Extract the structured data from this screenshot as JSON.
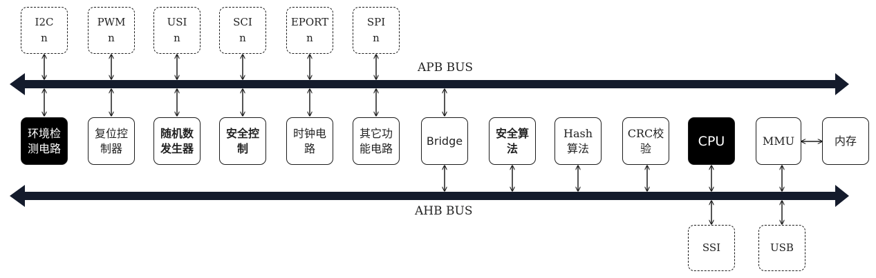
{
  "buses": {
    "apb": {
      "label": "APB BUS",
      "color": "#141b2c"
    },
    "ahb": {
      "label": "AHB BUS",
      "color": "#141b2c"
    }
  },
  "peripherals": [
    {
      "id": "i2c",
      "line1": "I2C",
      "line2": "n"
    },
    {
      "id": "pwm",
      "line1": "PWM",
      "line2": "n"
    },
    {
      "id": "usi",
      "line1": "USI",
      "line2": "n"
    },
    {
      "id": "sci",
      "line1": "SCI",
      "line2": "n"
    },
    {
      "id": "eport",
      "line1": "EPORT",
      "line2": "n"
    },
    {
      "id": "spi",
      "line1": "SPI",
      "line2": "n"
    }
  ],
  "modules": [
    {
      "id": "env-monitor",
      "label": "环境检测电路"
    },
    {
      "id": "reset-control",
      "label": "复位控制器"
    },
    {
      "id": "rng",
      "label": "随机数发生器"
    },
    {
      "id": "security-control",
      "label": "安全控制"
    },
    {
      "id": "clock-circuit",
      "label": "时钟电路"
    },
    {
      "id": "other-circuits",
      "label": "其它功能电路"
    },
    {
      "id": "bridge",
      "label": "Bridge"
    },
    {
      "id": "security-algorithm",
      "label": "安全算法"
    },
    {
      "id": "hash-algorithm",
      "label": "Hash算法"
    },
    {
      "id": "crc-check",
      "label": "CRC校验"
    },
    {
      "id": "cpu",
      "label": "CPU"
    },
    {
      "id": "mmu",
      "label": "MMU"
    },
    {
      "id": "memory",
      "label": "内存"
    }
  ],
  "ahb_peripherals": [
    {
      "id": "ssi",
      "label": "SSI"
    },
    {
      "id": "usb",
      "label": "USB"
    }
  ]
}
